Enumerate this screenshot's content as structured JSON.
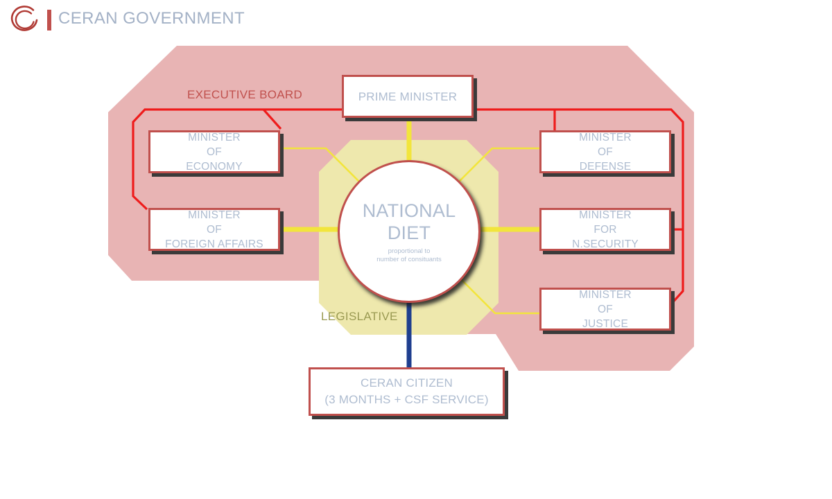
{
  "header": {
    "title": "CERAN GOVERNMENT",
    "logo_icon": "open-circle-logo-icon",
    "accent_bar_color": "#c0504d",
    "title_color": "#a3b1c6"
  },
  "palette": {
    "executive_zone_fill": "#e8b4b4",
    "legislative_zone_fill": "#eee8ad",
    "node_border": "#c0504d",
    "node_fill": "#ffffff",
    "node_text": "#aebcd0",
    "node_shadow": "#3a3a3a",
    "executive_connector": "#ee1c1c",
    "legislative_connector": "#f2e53c",
    "citizen_connector": "#1f3f8f",
    "executive_label_text": "#c0504d",
    "legislative_label_text": "#9a9a52",
    "background": "#ffffff"
  },
  "zones": [
    {
      "id": "executive",
      "label": "EXECUTIVE BOARD"
    },
    {
      "id": "legislative",
      "label": "LEGISLATIVE"
    }
  ],
  "nodes": {
    "prime_minister": {
      "lines": [
        "PRIME MINISTER"
      ]
    },
    "economy": {
      "lines": [
        "MINISTER",
        "OF",
        "ECONOMY"
      ]
    },
    "foreign": {
      "lines": [
        "MINISTER",
        "OF",
        "FOREIGN AFFAIRS"
      ]
    },
    "defense": {
      "lines": [
        "MINISTER",
        "OF",
        "DEFENSE"
      ]
    },
    "nsecurity": {
      "lines": [
        "MINISTER",
        "FOR",
        "N.SECURITY"
      ]
    },
    "justice": {
      "lines": [
        "MINISTER",
        "OF",
        "JUSTICE"
      ]
    },
    "citizen": {
      "lines": [
        "CERAN CITIZEN",
        "(3 MONTHS + CSF SERVICE)"
      ]
    },
    "diet": {
      "title_line_1": "NATIONAL",
      "title_line_2": "DIET",
      "sub_line_1": "proportional to",
      "sub_line_2": "number of consituants"
    }
  },
  "chart_data": {
    "type": "diagram",
    "diagram_kind": "organizational-chart",
    "title": "CERAN GOVERNMENT",
    "groups": [
      {
        "name": "EXECUTIVE BOARD",
        "fill": "#e8b4b4",
        "members": [
          "PRIME MINISTER",
          "MINISTER OF ECONOMY",
          "MINISTER OF FOREIGN AFFAIRS",
          "MINISTER OF DEFENSE",
          "MINISTER FOR N.SECURITY",
          "MINISTER OF JUSTICE"
        ]
      },
      {
        "name": "LEGISLATIVE",
        "fill": "#eee8ad",
        "members": [
          "NATIONAL DIET"
        ]
      }
    ],
    "edges": [
      {
        "from": "PRIME MINISTER",
        "to": "MINISTER OF ECONOMY",
        "color": "#ee1c1c",
        "kind": "executive"
      },
      {
        "from": "PRIME MINISTER",
        "to": "MINISTER OF FOREIGN AFFAIRS",
        "color": "#ee1c1c",
        "kind": "executive"
      },
      {
        "from": "PRIME MINISTER",
        "to": "MINISTER OF DEFENSE",
        "color": "#ee1c1c",
        "kind": "executive"
      },
      {
        "from": "PRIME MINISTER",
        "to": "MINISTER FOR N.SECURITY",
        "color": "#ee1c1c",
        "kind": "executive"
      },
      {
        "from": "PRIME MINISTER",
        "to": "MINISTER OF JUSTICE",
        "color": "#ee1c1c",
        "kind": "executive"
      },
      {
        "from": "NATIONAL DIET",
        "to": "PRIME MINISTER",
        "color": "#f2e53c",
        "kind": "legislative"
      },
      {
        "from": "NATIONAL DIET",
        "to": "MINISTER OF ECONOMY",
        "color": "#f2e53c",
        "kind": "legislative"
      },
      {
        "from": "NATIONAL DIET",
        "to": "MINISTER OF FOREIGN AFFAIRS",
        "color": "#f2e53c",
        "kind": "legislative"
      },
      {
        "from": "NATIONAL DIET",
        "to": "MINISTER OF DEFENSE",
        "color": "#f2e53c",
        "kind": "legislative"
      },
      {
        "from": "NATIONAL DIET",
        "to": "MINISTER FOR N.SECURITY",
        "color": "#f2e53c",
        "kind": "legislative"
      },
      {
        "from": "NATIONAL DIET",
        "to": "MINISTER OF JUSTICE",
        "color": "#f2e53c",
        "kind": "legislative"
      },
      {
        "from": "CERAN CITIZEN (3 MONTHS + CSF SERVICE)",
        "to": "NATIONAL DIET",
        "color": "#1f3f8f",
        "kind": "electorate"
      }
    ],
    "annotations": [
      "NATIONAL DIET is proportional to number of consituants",
      "CERAN CITIZEN requires 3 MONTHS + CSF SERVICE"
    ]
  }
}
